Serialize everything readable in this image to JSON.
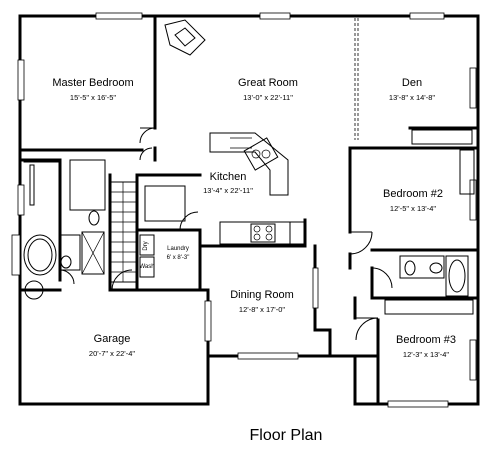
{
  "caption": "Floor Plan",
  "rooms": {
    "master_bedroom": {
      "name": "Master Bedroom",
      "dims": "15'-5\" x 16'-5\""
    },
    "great_room": {
      "name": "Great Room",
      "dims": "13'-0\" x 22'-11\""
    },
    "den": {
      "name": "Den",
      "dims": "13'-8\" x 14'-8\""
    },
    "kitchen": {
      "name": "Kitchen",
      "dims": "13'-4\" x 22'-11\""
    },
    "bedroom_2": {
      "name": "Bedroom #2",
      "dims": "12'-5\" x 13'-4\""
    },
    "laundry": {
      "name": "Laundry",
      "dims": "6' x 8'-3\""
    },
    "dining_room": {
      "name": "Dining Room",
      "dims": "12'-8\" x 17'-0\""
    },
    "garage": {
      "name": "Garage",
      "dims": "20'-7\" x 22'-4\""
    },
    "bedroom_3": {
      "name": "Bedroom #3",
      "dims": "12'-3\" x 13'-4\""
    }
  },
  "appliances": {
    "dryer": "Dry",
    "washer": "Wash"
  }
}
